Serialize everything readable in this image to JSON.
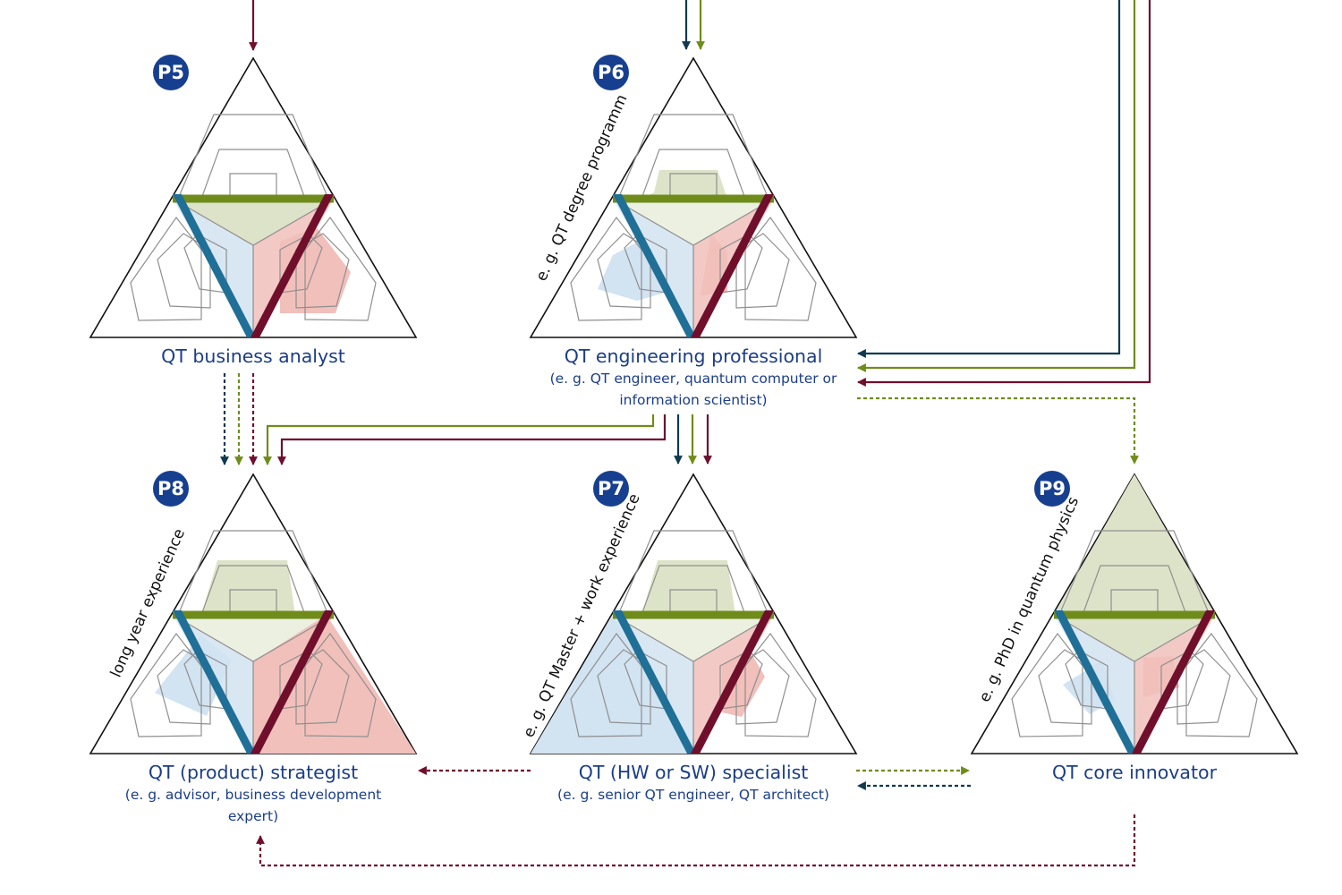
{
  "colors": {
    "navy": "#0f3a4f",
    "olive": "#6f8c1b",
    "maroon": "#6f0f2c",
    "teal": "#1f6f97",
    "badge": "#173f8f",
    "title": "#1b3d8a",
    "fill_green": "#dde3c8",
    "fill_blue": "#d2e3f1",
    "fill_red": "#f1c0bb"
  },
  "profiles": [
    {
      "id": "P5",
      "title": "QT business analyst",
      "subtitle": [],
      "side_note": ""
    },
    {
      "id": "P6",
      "title": "QT engineering professional",
      "subtitle": [
        "(e. g. QT engineer, quantum computer or",
        "information scientist)"
      ],
      "side_note": "e. g. QT degree programm"
    },
    {
      "id": "P8",
      "title": "QT (product) strategist",
      "subtitle": [
        "(e. g. advisor, business development",
        "expert)"
      ],
      "side_note": "long year experience"
    },
    {
      "id": "P7",
      "title": "QT (HW or SW) specialist",
      "subtitle": [
        "(e. g. senior QT engineer, QT architect)"
      ],
      "side_note": "e. g. QT Master + work experience"
    },
    {
      "id": "P9",
      "title": "QT core innovator",
      "subtitle": [],
      "side_note": "e. g. PhD in quantum physics"
    }
  ]
}
